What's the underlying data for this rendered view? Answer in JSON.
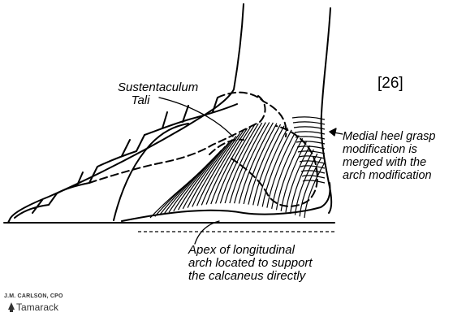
{
  "figure": {
    "reference": "[26]",
    "labels": {
      "sustentaculum": "Sustentaculum\n    Tali",
      "heel_grasp": "Medial heel grasp\nmodification is\nmerged with the\narch modification",
      "apex": "Apex of longitudinal\narch located to support\nthe calcaneus directly"
    },
    "credit": {
      "author": "J.M. CARLSON, CPO",
      "company": "Tamarack"
    }
  }
}
